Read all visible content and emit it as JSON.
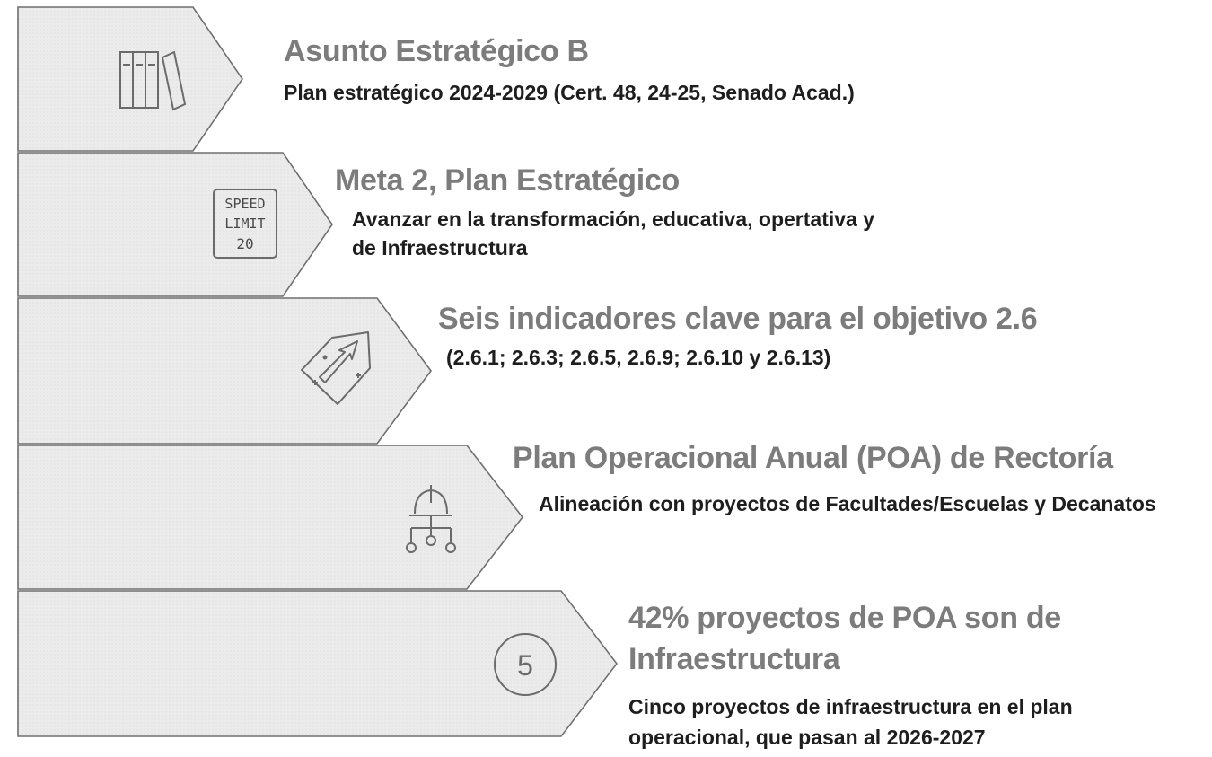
{
  "colors": {
    "arrow_fill": "#ebebeb",
    "arrow_stroke": "#6f6f6f",
    "icon_stroke": "#6b6b6b",
    "title_color": "#7c7c7c",
    "text_color": "#1e1e1e"
  },
  "steps": [
    {
      "icon": "books-icon",
      "title": "Asunto Estratégico B",
      "subtitle": "Plan estratégico 2024-2029 (Cert. 48, 24-25, Senado Acad.)"
    },
    {
      "icon": "speed-limit-sign-icon",
      "icon_text": [
        "SPEED",
        "LIMIT",
        "20"
      ],
      "title": "Meta 2, Plan Estratégico",
      "subtitle": "Avanzar en la transformación, educativa, opertativa y de Infraestructura"
    },
    {
      "icon": "growth-arrow-icon",
      "title": "Seis indicadores clave para el objetivo 2.6",
      "subtitle": "(2.6.1; 2.6.3; 2.6.5, 2.6.9; 2.6.10 y 2.6.13)"
    },
    {
      "icon": "hardhat-network-icon",
      "title": "Plan Operacional Anual (POA) de Rectoría",
      "subtitle": "Alineación con proyectos de Facultades/Escuelas y Decanatos"
    },
    {
      "icon": "number-circle-icon",
      "icon_text": "5",
      "title": "42% proyectos de POA son de Infraestructura",
      "subtitle": "Cinco proyectos de infraestructura en el plan operacional, que pasan al 2026-2027"
    }
  ]
}
